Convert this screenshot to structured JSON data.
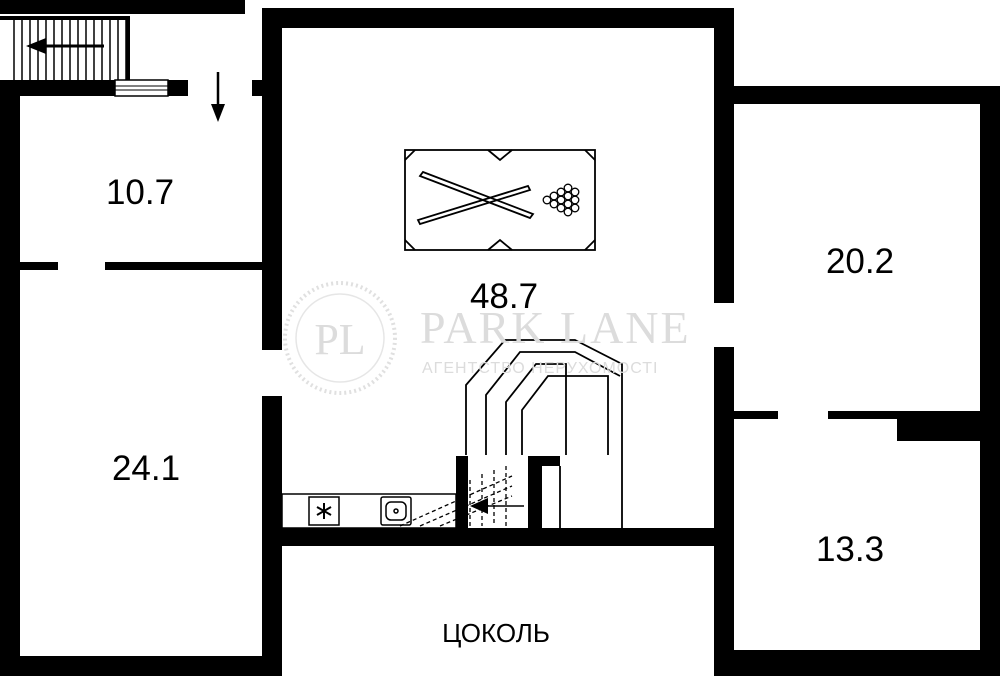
{
  "rooms": [
    {
      "id": "room-10-7",
      "area": "10.7"
    },
    {
      "id": "room-24-1",
      "area": "24.1"
    },
    {
      "id": "room-48-7",
      "area": "48.7"
    },
    {
      "id": "room-20-2",
      "area": "20.2"
    },
    {
      "id": "room-13-3",
      "area": "13.3"
    }
  ],
  "floor_label": "ЦОКОЛЬ",
  "watermark": {
    "monogram": "PL",
    "brand": "PARK LANE",
    "subtitle": "АГЕНТСТВО НЕРУХОМОСТІ"
  },
  "icons": [
    "stair-direction-arrow-icon",
    "entry-arrow-icon",
    "billiard-table-icon",
    "stove-icon",
    "sink-icon",
    "staircase-icon"
  ],
  "colors": {
    "wall": "#000000",
    "background": "#ffffff",
    "watermark": "#dcdcdc"
  }
}
